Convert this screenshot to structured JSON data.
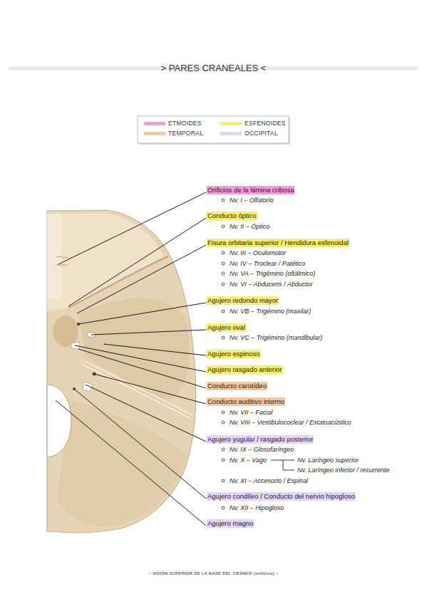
{
  "diagram": {
    "title": "> PARES CRANEALES <",
    "caption": "– VISIÓN SUPERIOR DE LA BASE DEL CRÁNEO (orificios) –",
    "nodes": [
      {
        "text": [
          "Orificios de la lámina cribosa"
        ]
      },
      {
        "text": [
          "Conducto óptico"
        ]
      },
      {
        "text": [
          "Fisura orbitaria superior / Hendidura esfenoidal"
        ]
      },
      {
        "text": [
          "Agujero redondo mayor"
        ]
      },
      {
        "text": [
          "Agujero oval"
        ]
      },
      {
        "text": [
          "Agujero espinoso"
        ]
      },
      {
        "text": [
          "Agujero rasgado anterior"
        ]
      },
      {
        "text": [
          "Conducto carotídeo"
        ]
      },
      {
        "text": [
          "Conducto auditivo interno"
        ]
      },
      {
        "text": [
          "Agujero yugular / rasgado posterior"
        ]
      },
      {
        "text": [
          "Agujero condíleo / Conducto del nervio hipogloso"
        ]
      },
      {
        "text": [
          "Agujero magno"
        ]
      }
    ],
    "labels": [
      "Nv. I – Olfatorio",
      "Nv. II – Óptico",
      "Nv. III – Oculomotor",
      "Nv. IV – Troclear / Patético",
      "Nv. VA – Trigémino (oftálmico)",
      "Nv. VI – Abducens / Abductor",
      "Nv. VB – Trigémino (maxilar)",
      "Nv. VC – Trigémino (mandibular)",
      "Nv. VII – Facial",
      "Nv. VIII – Vestibulococlear / Estatoacústico",
      "Nv. IX – Glosofaríngeo",
      "Nv. X – Vago",
      "Nv. Laríngeo superior",
      "Nv. Laríngeo inferior / recurrente",
      "Nv. XI – Accesorio / Espinal",
      "Nv. XII – Hipogloso"
    ],
    "legend": [
      {
        "text": "ETMOIDES",
        "color": "#f59ad8"
      },
      {
        "text": "ESFENOIDES",
        "color": "#f5ef6c"
      },
      {
        "text": "TEMPORAL",
        "color": "#f7c79b"
      },
      {
        "text": "OCCIPITAL",
        "color": "#e4d5f8"
      }
    ]
  }
}
